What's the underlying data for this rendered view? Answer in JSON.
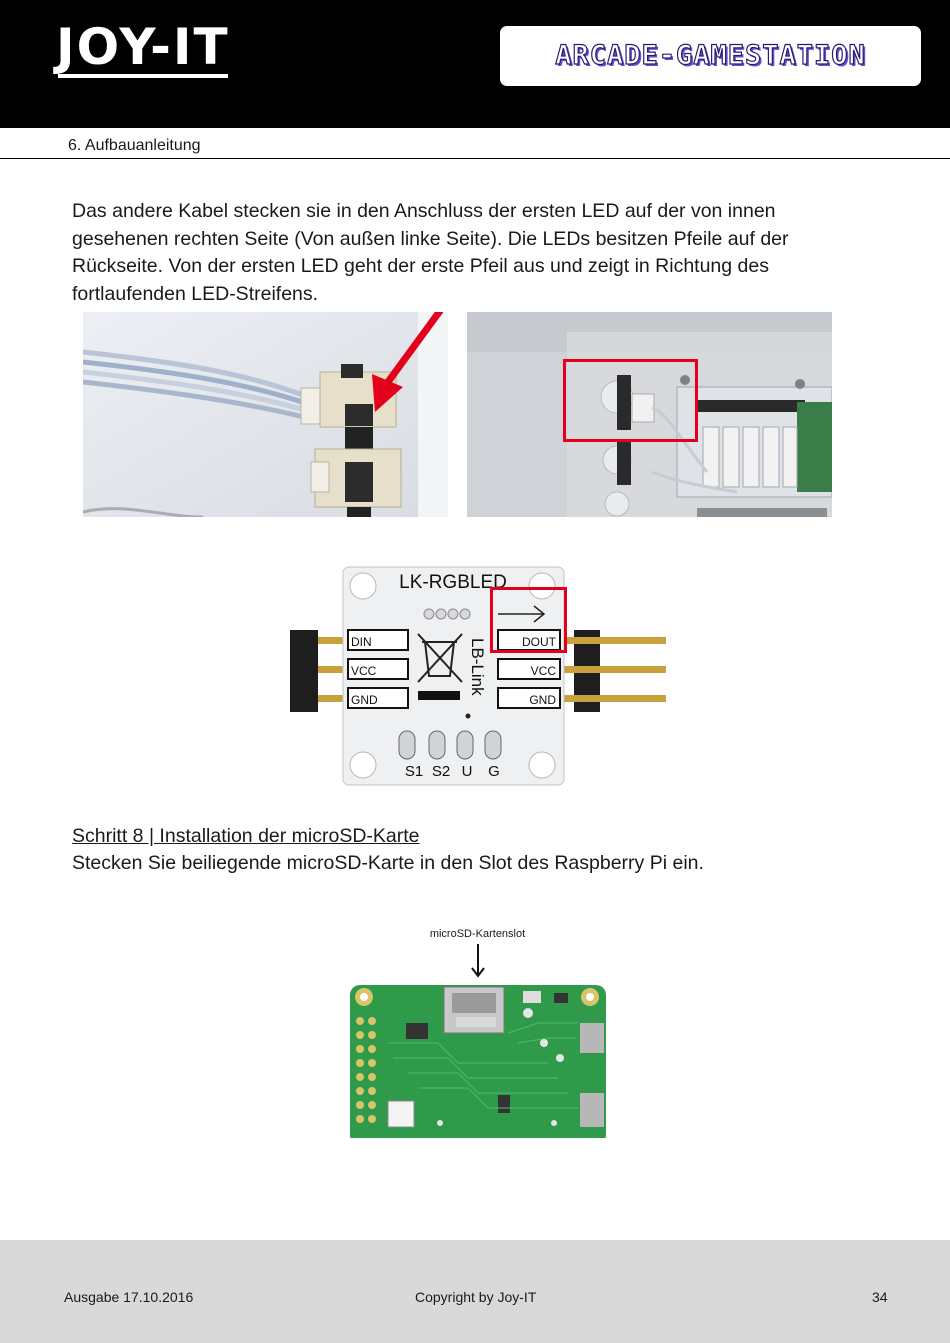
{
  "header": {
    "brand": "JOY-IT",
    "product": "ARCADE-GAMESTATION"
  },
  "section_title": "6. Aufbauanleitung",
  "paragraph": "Das andere Kabel stecken sie in den Anschluss der ersten LED auf der von innen gesehenen rechten Seite (Von außen linke Seite). Die LEDs besitzen Pfeile auf der Rückseite. Von der ersten LED geht der erste Pfeil aus und zeigt in Richtung des fortlaufenden LED-Streifens.",
  "led_board": {
    "title": "LK-RGBLED",
    "brand": "LB-Link",
    "left_pins": [
      "DIN",
      "VCC",
      "GND"
    ],
    "right_pins": [
      "DOUT",
      "VCC",
      "GND"
    ],
    "bottom_labels": [
      "S1",
      "S2",
      "U",
      "G"
    ]
  },
  "step": {
    "title": "Schritt 8 | Installation der microSD-Karte",
    "text": "Stecken Sie beiliegende microSD-Karte in den Slot des Raspberry Pi ein."
  },
  "slot_label": "microSD-Kartenslot",
  "footer": {
    "edition": "Ausgabe 17.10.2016",
    "copyright": "Copyright by Joy-IT",
    "page": "34"
  },
  "colors": {
    "header_bg": "#000000",
    "accent_red": "#e3001b",
    "footer_bg": "#d9d9d9",
    "pcb_green": "#2f9a4a"
  }
}
